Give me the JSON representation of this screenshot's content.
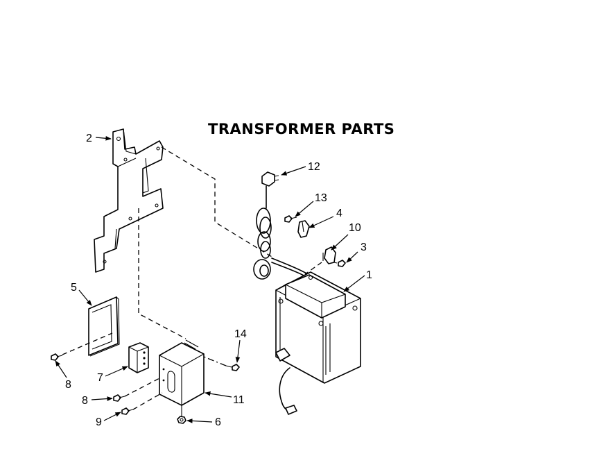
{
  "title": "TRANSFORMER PARTS",
  "callouts": {
    "c1": "1",
    "c2": "2",
    "c3": "3",
    "c4": "4",
    "c5": "5",
    "c6": "6",
    "c7": "7",
    "c8a": "8",
    "c8b": "8",
    "c9": "9",
    "c10": "10",
    "c11": "11",
    "c12": "12",
    "c13": "13",
    "c14": "14"
  },
  "colors": {
    "ink": "#000000",
    "paper": "#ffffff"
  }
}
